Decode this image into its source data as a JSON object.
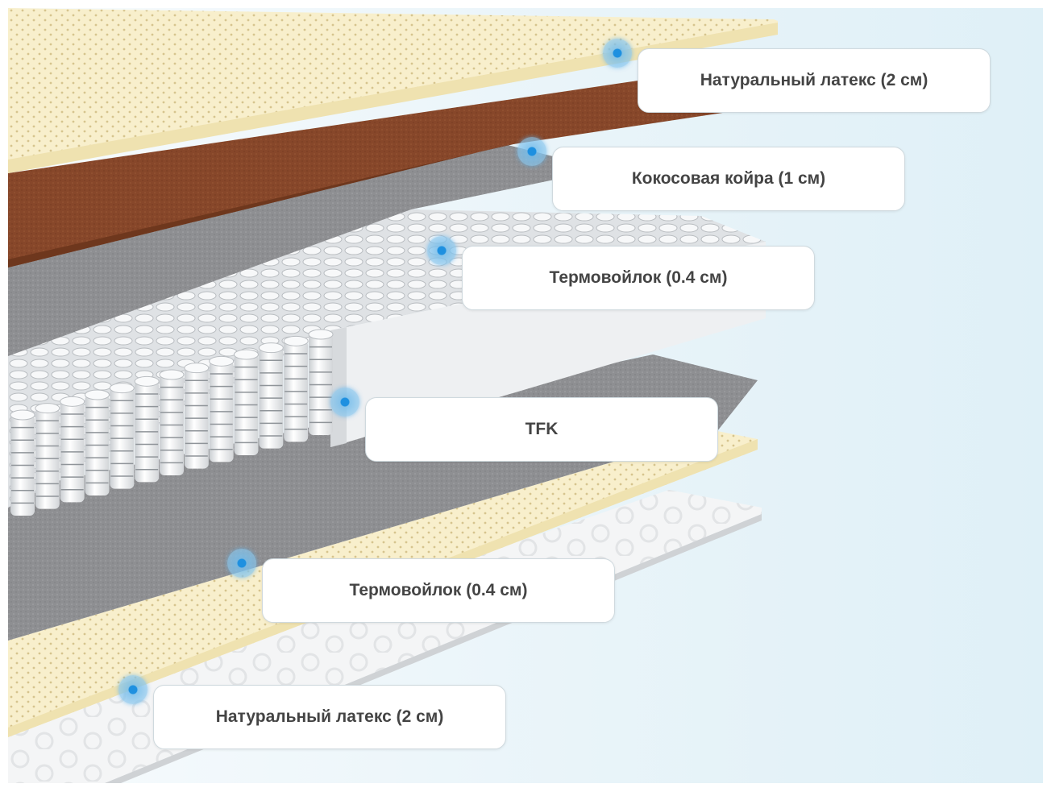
{
  "layers": [
    {
      "id": "top-latex",
      "label": "Натуральный латекс (2 см)"
    },
    {
      "id": "coconut-coir",
      "label": "Кокосовая койра (1 см)"
    },
    {
      "id": "thermofelt-top",
      "label": "Термовойлок (0.4 см)"
    },
    {
      "id": "tfk-springs",
      "label": "TFK"
    },
    {
      "id": "thermofelt-bottom",
      "label": "Термовойлок (0.4 см)"
    },
    {
      "id": "bottom-latex",
      "label": "Натуральный латекс (2 см)"
    }
  ],
  "colors": {
    "latex": "#f7edc6",
    "coir": "#8a4a2a",
    "felt": "#8c8d90",
    "spring_block": "#eceef0",
    "marker": "#1e90e0",
    "label_text": "#444444"
  }
}
